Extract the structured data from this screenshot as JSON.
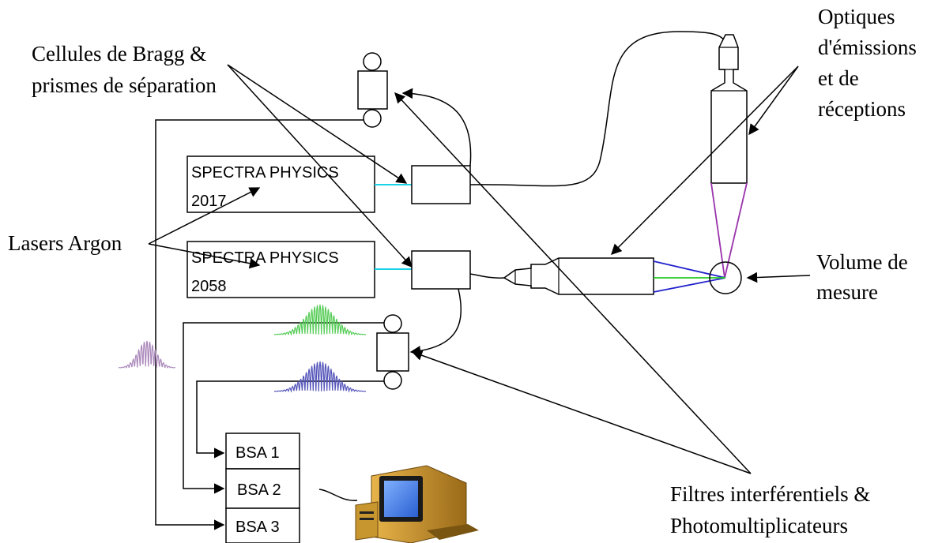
{
  "labels": {
    "bragg_line1": "Cellules de Bragg &",
    "bragg_line2": "prismes de séparation",
    "optics_line1": "Optiques",
    "optics_line2": "d'émissions",
    "optics_line3": "et de",
    "optics_line4": "réceptions",
    "lasers": "Lasers Argon",
    "volume_line1": "Volume de",
    "volume_line2": "mesure",
    "filters_line1": "Filtres interférentiels &",
    "filters_line2": "Photomultiplicateurs"
  },
  "lasers": [
    {
      "line1": "SPECTRA PHYSICS",
      "line2": "2017"
    },
    {
      "line1": "SPECTRA PHYSICS",
      "line2": "2058"
    }
  ],
  "bsa": [
    "BSA 1",
    "BSA 2",
    "BSA 3"
  ],
  "colors": {
    "cyan_beam": "#19d3e6",
    "green_beam": "#22cc22",
    "blue_beam": "#2222cc",
    "purple_beam": "#9933aa",
    "green_signal": "#55cc55",
    "blue_signal": "#5555bb",
    "purple_signal": "#aa88bb"
  }
}
